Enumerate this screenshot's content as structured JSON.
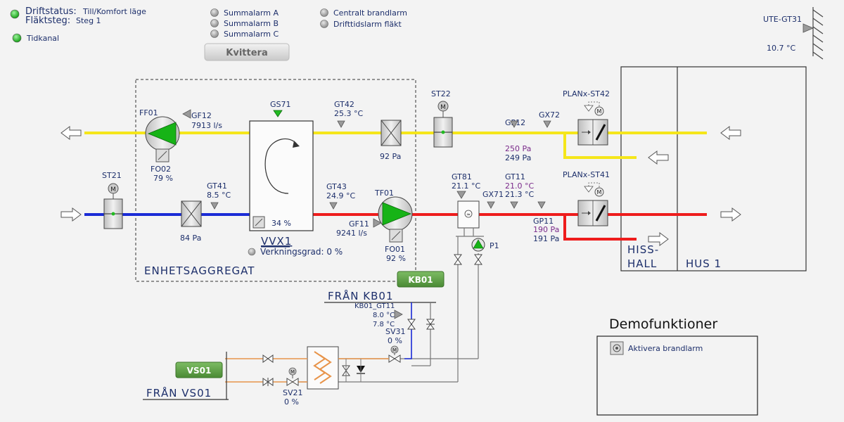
{
  "status": {
    "driftstatus_label": "Driftstatus:",
    "driftstatus_value": "Till/Komfort läge",
    "flaktsteg_label": "Fläktsteg:",
    "flaktsteg_value": "Steg 1",
    "tidkanal": "Tidkanal"
  },
  "alarms": {
    "summalarm_a": "Summalarm A",
    "summalarm_b": "Summalarm B",
    "summalarm_c": "Summalarm C",
    "centralt_brandlarm": "Centralt brandlarm",
    "drifttidslarm": "Drifttidslarm fläkt"
  },
  "kvittera": "Kvittera",
  "outdoor": {
    "name": "UTE-GT31",
    "temp": "10.7 °C"
  },
  "unit": {
    "enhetsaggregat": "ENHETSAGGREGAT",
    "vvx": "VVX1",
    "vvx_pct": "34 %",
    "verkningsgrad": "Verkningsgrad: 0 %",
    "gs71": "GS71"
  },
  "exhaust": {
    "ff01": "FF01",
    "gf12_name": "GF12",
    "gf12_value": "7913 l/s",
    "fo02_name": "FO02",
    "fo02_value": "79 %",
    "gt42_name": "GT42",
    "gt42_value": "25.3 °C",
    "filter_pa": "92 Pa",
    "st22": "ST22",
    "gp12_name": "GP12",
    "gp12_set": "250 Pa",
    "gp12_value": "249 Pa",
    "gx72": "GX72",
    "planx_st42": "PLANx-ST42"
  },
  "supply": {
    "st21": "ST21",
    "gt41_name": "GT41",
    "gt41_value": "8.5 °C",
    "filter_pa": "84 Pa",
    "gt43_name": "GT43",
    "gt43_value": "24.9 °C",
    "tf01": "TF01",
    "gf11_name": "GF11",
    "gf11_value": "9241 l/s",
    "fo01_name": "FO01",
    "fo01_value": "92 %",
    "gt81_name": "GT81",
    "gt81_value": "21.1 °C",
    "gx71": "GX71",
    "gt11_name": "GT11",
    "gt11_set": "21.0 °C",
    "gt11_value": "21.3 °C",
    "gp11_name": "GP11",
    "gp11_set": "190 Pa",
    "gp11_value": "191 Pa",
    "planx_st41": "PLANx-ST41",
    "p1": "P1"
  },
  "building": {
    "hiss": "HISS-",
    "hall": "HALL",
    "hus": "HUS 1"
  },
  "kb01": {
    "tag": "KB01",
    "fran": "FRÅN KB01",
    "gt11_name": "KB01_GT11",
    "gt11_t1": "8.0 °C",
    "gt11_t2": "7.8 °C",
    "sv31_name": "SV31",
    "sv31_value": "0 %"
  },
  "vs01": {
    "tag": "VS01",
    "fran": "FRÅN VS01",
    "sv21_name": "SV21",
    "sv21_value": "0 %"
  },
  "demo": {
    "title": "Demofunktioner",
    "aktivera": "Aktivera brandlarm"
  },
  "colors": {
    "exhaust_duct": "#f5e61a",
    "supply_cold": "#1a2bd6",
    "supply_warm": "#ee1c1c",
    "led_green": "#22bb22",
    "led_grey": "#a8a8a8",
    "tag_green": "#5a9e45",
    "heating_pipe": "#e8944a"
  }
}
